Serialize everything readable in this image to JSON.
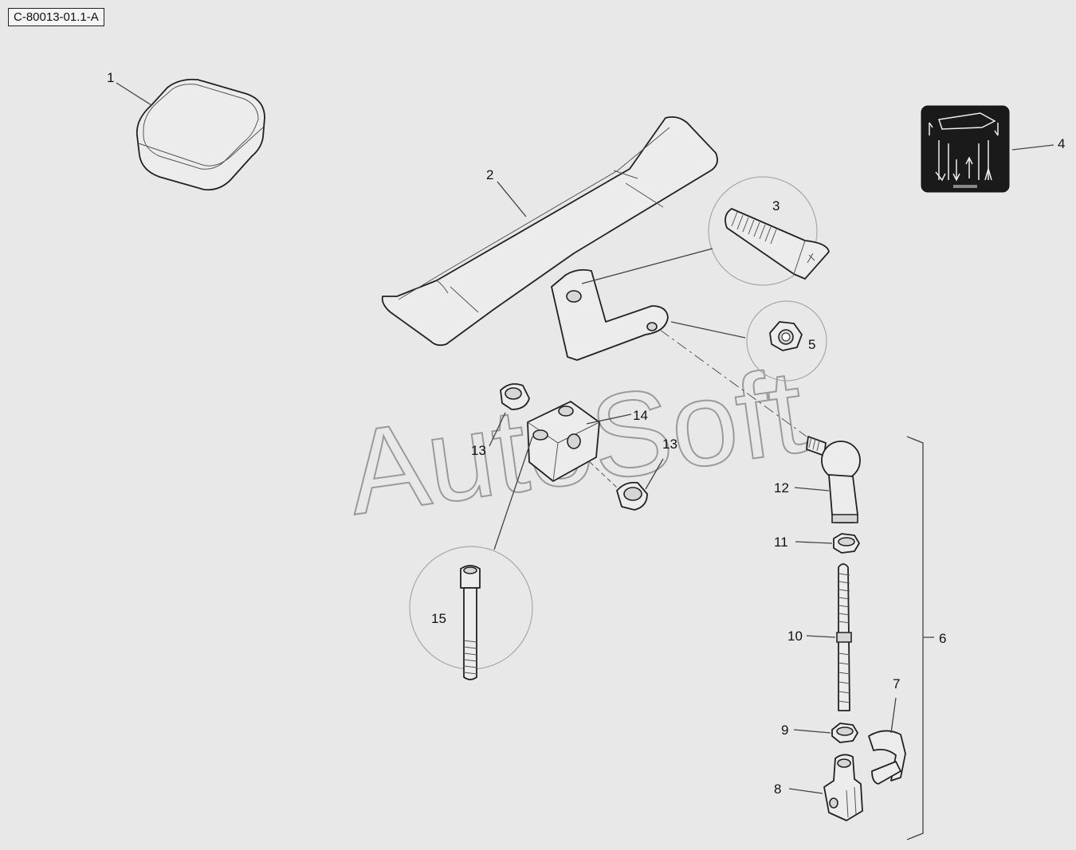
{
  "reference_code": "C-80013-01.1-A",
  "watermark": "AutoSoft",
  "callouts": {
    "p1": "1",
    "p2": "2",
    "p3": "3",
    "p4": "4",
    "p5": "5",
    "p6": "6",
    "p7": "7",
    "p8": "8",
    "p9": "9",
    "p10": "10",
    "p11": "11",
    "p12": "12",
    "p13a": "13",
    "p13b": "13",
    "p14": "14",
    "p15": "15"
  },
  "colors": {
    "background": "#e8e8e8",
    "line": "#222222",
    "decal": "#1a1a1a"
  }
}
